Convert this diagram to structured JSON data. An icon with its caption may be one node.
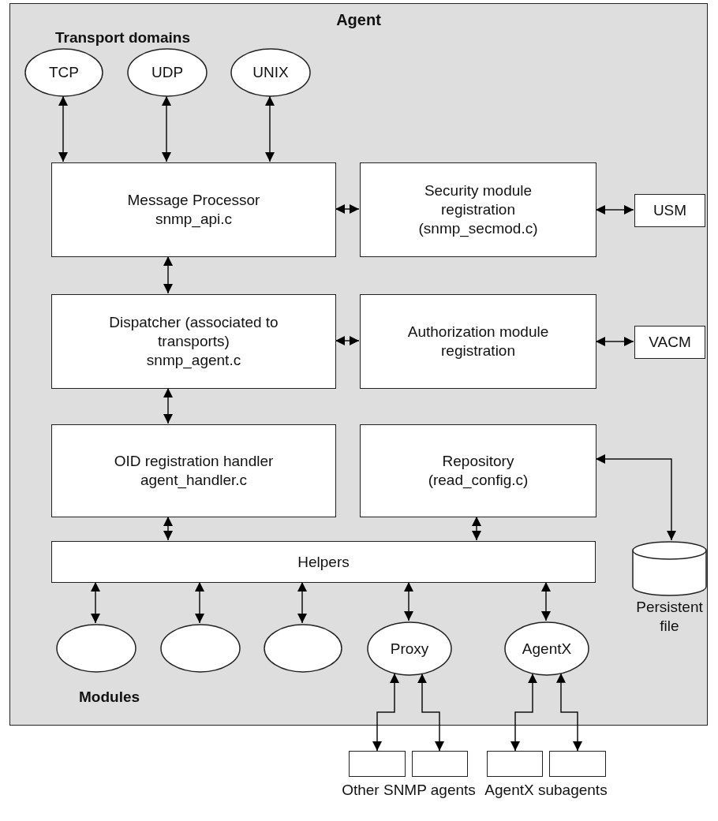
{
  "diagram": {
    "nodes": [
      {
        "text": [
          "Agent"
        ]
      },
      {
        "text": [
          "TCP"
        ],
        "in": 0
      },
      {
        "text": [
          "UDP"
        ],
        "in": 0
      },
      {
        "text": [
          "UNIX"
        ],
        "in": 0
      },
      {
        "text": [
          "Message Processor",
          "snmp_api.c"
        ],
        "in": 0
      },
      {
        "text": [
          "Security module registration",
          "(snmp_secmod.c)"
        ],
        "in": 0
      },
      {
        "text": [
          "USM"
        ],
        "in": 0
      },
      {
        "text": [
          "Dispatcher (associated to transports)",
          "snmp_agent.c"
        ],
        "in": 0
      },
      {
        "text": [
          "Authorization module registration"
        ],
        "in": 0
      },
      {
        "text": [
          "VACM"
        ],
        "in": 0
      },
      {
        "text": [
          "OID registration handler",
          "agent_handler.c"
        ],
        "in": 0
      },
      {
        "text": [
          "Repository",
          "(read_config.c)"
        ],
        "in": 0
      },
      {
        "text": [
          "Helpers"
        ],
        "in": 0
      },
      {
        "text": [
          "Persistent file"
        ],
        "in": 0
      },
      {
        "text": [],
        "shape": "ellipse",
        "in": 0
      },
      {
        "text": [],
        "shape": "ellipse",
        "in": 0
      },
      {
        "text": [],
        "shape": "ellipse",
        "in": 0
      },
      {
        "text": [
          "Proxy"
        ],
        "in": 0
      },
      {
        "text": [
          "AgentX"
        ],
        "in": 0
      },
      {
        "text": [],
        "shape": "box"
      },
      {
        "text": [],
        "shape": "box"
      },
      {
        "text": [],
        "shape": "box"
      },
      {
        "text": [],
        "shape": "box"
      }
    ],
    "edges": [
      {
        "from": 1,
        "to": 4,
        "arrow": "both"
      },
      {
        "from": 2,
        "to": 4,
        "arrow": "both"
      },
      {
        "from": 3,
        "to": 4,
        "arrow": "both"
      },
      {
        "from": 4,
        "to": 5,
        "arrow": "both"
      },
      {
        "from": 5,
        "to": 6,
        "arrow": "both"
      },
      {
        "from": 4,
        "to": 7,
        "arrow": "both"
      },
      {
        "from": 7,
        "to": 8,
        "arrow": "both"
      },
      {
        "from": 8,
        "to": 9,
        "arrow": "both"
      },
      {
        "from": 7,
        "to": 10,
        "arrow": "both"
      },
      {
        "from": 10,
        "to": 12,
        "arrow": "both"
      },
      {
        "from": 11,
        "to": 12,
        "arrow": "both"
      },
      {
        "from": 11,
        "to": 13,
        "arrow": "both"
      },
      {
        "from": 12,
        "to": 14,
        "arrow": "both"
      },
      {
        "from": 12,
        "to": 15,
        "arrow": "both"
      },
      {
        "from": 12,
        "to": 16,
        "arrow": "both"
      },
      {
        "from": 12,
        "to": 17,
        "arrow": "both"
      },
      {
        "from": 12,
        "to": 18,
        "arrow": "both"
      },
      {
        "from": 17,
        "to": 19,
        "arrow": "both"
      },
      {
        "from": 17,
        "to": 20,
        "arrow": "both"
      },
      {
        "from": 18,
        "to": 21,
        "arrow": "both"
      },
      {
        "from": 18,
        "to": 22,
        "arrow": "both"
      }
    ],
    "labels": [
      "Transport domains",
      "Modules",
      "Other SNMP agents",
      "AgentX subagents"
    ]
  }
}
